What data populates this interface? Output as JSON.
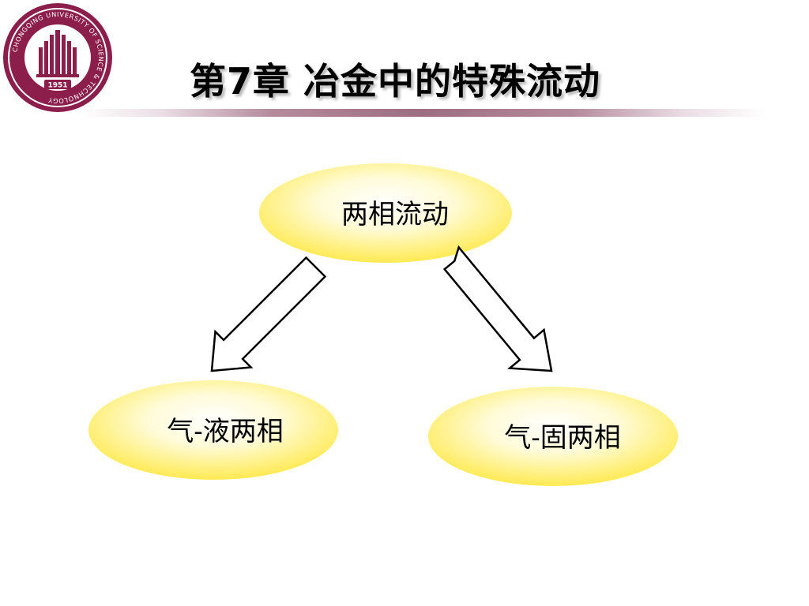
{
  "slide": {
    "title": "第7章  冶金中的特殊流动",
    "logo": {
      "ring_text": "CHONGQING UNIVERSITY OF SCIENCE & TECHNOLOGY",
      "year": "1951",
      "colors": {
        "ring": "#8b1e4a",
        "inner": "#ffffff"
      }
    }
  },
  "diagram": {
    "nodes": [
      {
        "id": "two-phase-flow",
        "label": "两相流动"
      },
      {
        "id": "gas-liquid",
        "label": "气-液两相"
      },
      {
        "id": "gas-solid",
        "label": "气-固两相"
      }
    ],
    "edges": [
      {
        "from": "two-phase-flow",
        "to": "gas-liquid"
      },
      {
        "from": "two-phase-flow",
        "to": "gas-solid"
      }
    ],
    "colors": {
      "node_fill_center": "#ffffff",
      "node_fill_edge": "#ffe94a",
      "arrow_stroke": "#000000",
      "arrow_fill": "#ffffff"
    }
  }
}
